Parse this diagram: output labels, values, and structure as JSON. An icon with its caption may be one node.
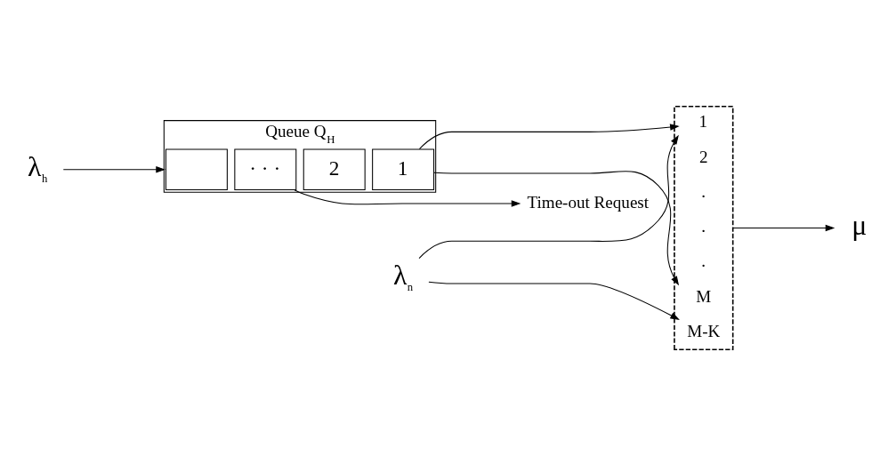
{
  "diagram": {
    "nodes": [
      {
        "text": [
          "λ$_{h}$"
        ]
      },
      {
        "text": [
          "Queue Q$_{H}$"
        ]
      },
      {
        "text": [],
        "shape": "box",
        "in": 1
      },
      {
        "text": [
          "· · ·"
        ],
        "in": 1
      },
      {
        "text": [
          "2"
        ],
        "in": 1
      },
      {
        "text": [
          "1"
        ],
        "in": 1
      },
      {
        "text": [],
        "shape": "box"
      },
      {
        "text": [
          "M"
        ],
        "in": 6
      },
      {
        "text": [
          "."
        ],
        "in": 6
      },
      {
        "text": [
          "M-K"
        ],
        "in": 6
      },
      {
        "text": [
          "."
        ],
        "in": 6
      },
      {
        "text": [
          "."
        ],
        "in": 6
      },
      {
        "text": [
          "2"
        ],
        "in": 6
      },
      {
        "text": [
          "1"
        ],
        "in": 6
      },
      {
        "text": [
          "Time-out Request"
        ]
      },
      {
        "text": [
          "μ"
        ]
      },
      {
        "text": [
          "λ$_{n}$"
        ]
      }
    ],
    "edges": [
      {
        "from": 0,
        "to": 1,
        "arrow": "to"
      },
      {
        "from": 3,
        "to": 14,
        "arrow": "to"
      },
      {
        "from": 5,
        "to": 7,
        "arrow": "to"
      },
      {
        "from": 5,
        "to": 13,
        "arrow": "to"
      },
      {
        "from": 16,
        "to": 9,
        "arrow": "to"
      },
      {
        "from": 16,
        "to": 13,
        "arrow": "to"
      },
      {
        "from": 6,
        "to": 15,
        "arrow": "to"
      }
    ]
  }
}
